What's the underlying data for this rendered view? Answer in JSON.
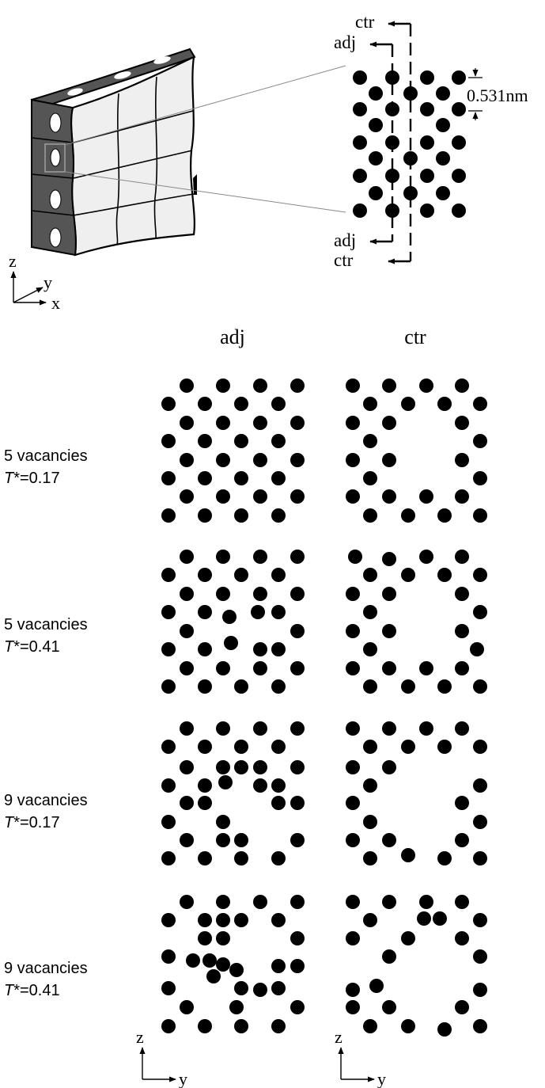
{
  "schematic": {
    "pore_wall_3d": {
      "axes": {
        "z": "z",
        "y": "y",
        "x": "x"
      }
    },
    "lattice_view": {
      "ctr_top": "ctr",
      "adj_top": "adj",
      "adj_bottom": "adj",
      "ctr_bottom": "ctr",
      "spacing_label": "0.531nm"
    }
  },
  "columns": {
    "adj": "adj",
    "ctr": "ctr"
  },
  "rows": [
    {
      "vacancies": "5 vacancies",
      "t_symbol": "T",
      "t_rest": "*=0.17"
    },
    {
      "vacancies": "5 vacancies",
      "t_symbol": "T",
      "t_rest": "*=0.41"
    },
    {
      "vacancies": "9 vacancies",
      "t_symbol": "T",
      "t_rest": "*=0.17"
    },
    {
      "vacancies": "9 vacancies",
      "t_symbol": "T",
      "t_rest": "*=0.41"
    }
  ],
  "bottom_axes": {
    "adj": {
      "z": "z",
      "y": "y"
    },
    "ctr": {
      "z": "z",
      "y": "y"
    }
  },
  "colors": {
    "ink": "#000000",
    "wall_dark": "#555555",
    "wall_light": "#efefef"
  }
}
